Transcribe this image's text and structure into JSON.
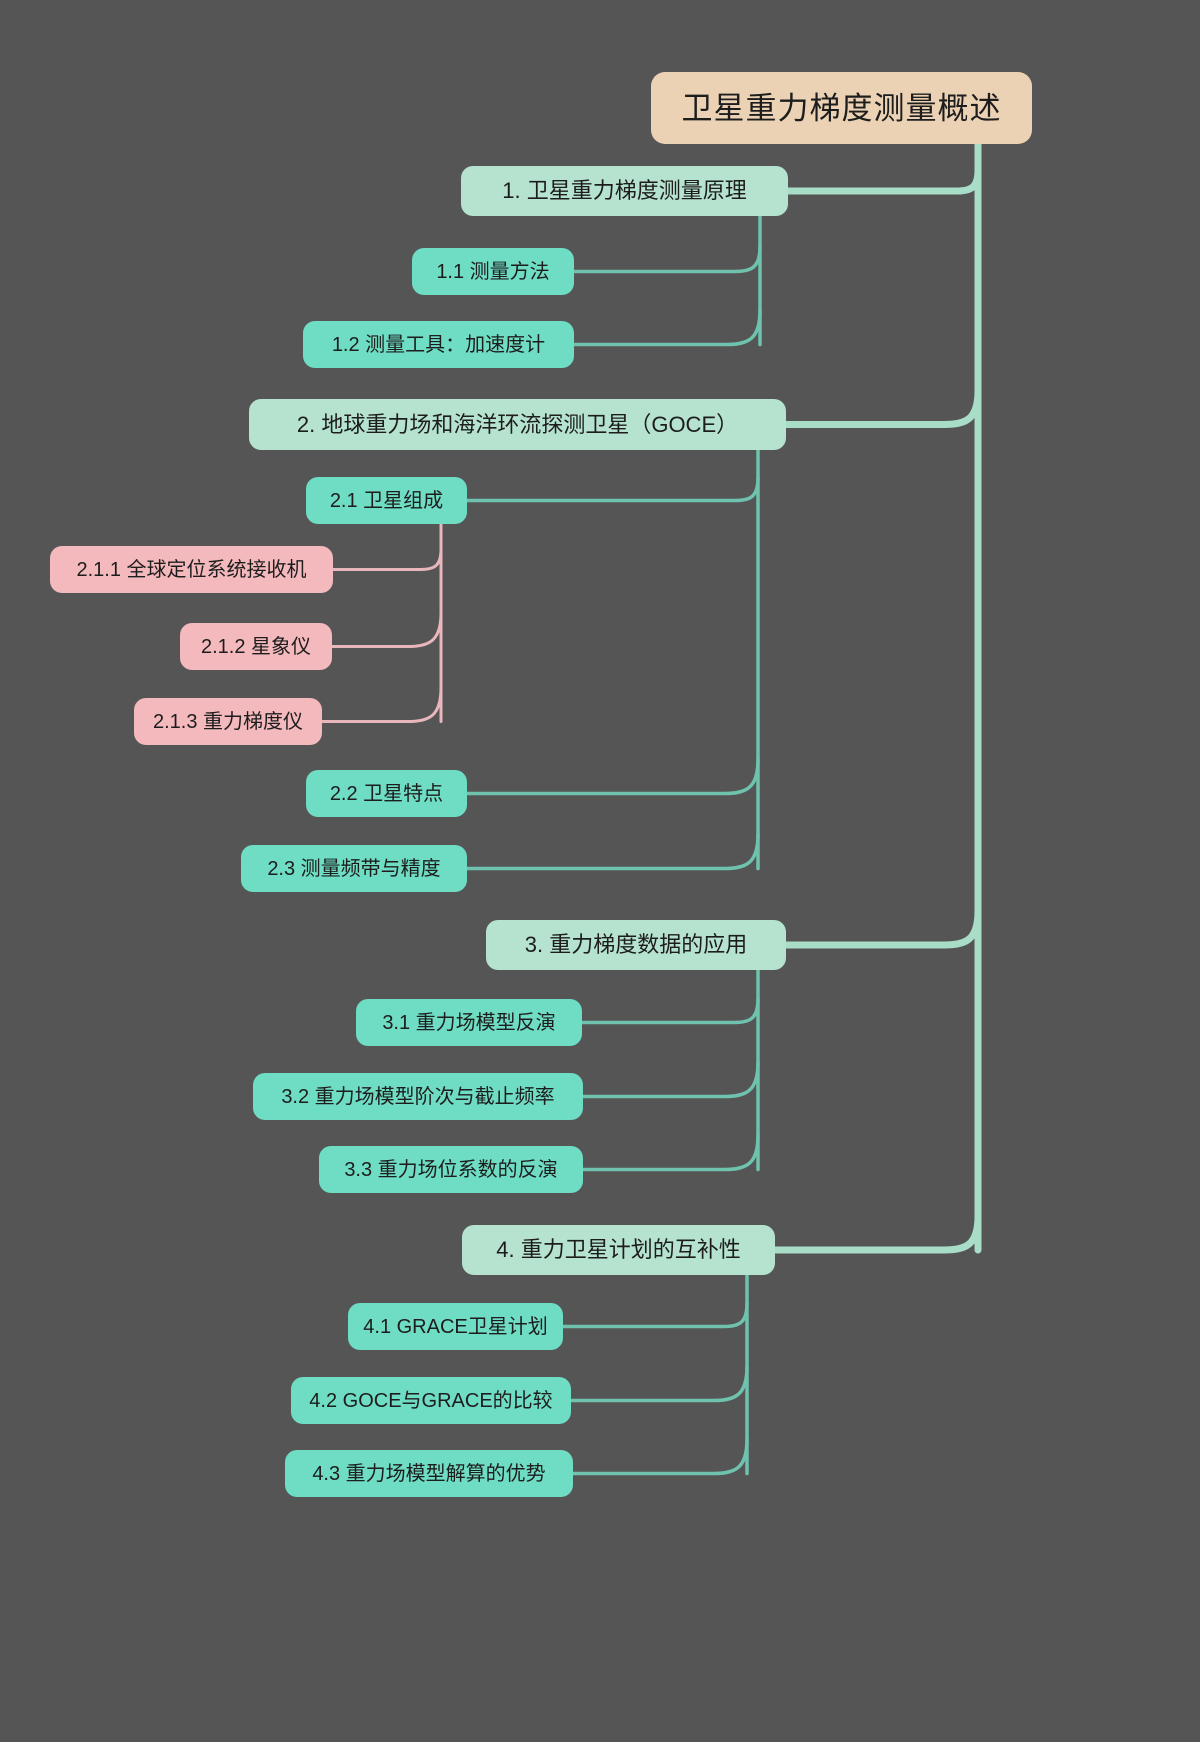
{
  "diagram": {
    "type": "mindmap",
    "title": "卫星重力梯度测量概述",
    "background_color": "#555555",
    "colors": {
      "root": "#ecd2b4",
      "level1": "#b6e3cf",
      "level2": "#6fdcc4",
      "level3": "#f4b9bd",
      "link_green": "#a8ddc8",
      "link_teal": "#6fc2ad",
      "link_pink": "#e8b6bb",
      "text": "#1d1d1d"
    }
  },
  "nodes": {
    "root": {
      "label": "卫星重力梯度测量概述",
      "level": 0
    },
    "n1": {
      "label": "1. 卫星重力梯度测量原理",
      "level": 1
    },
    "n1_1": {
      "label": "1.1 测量方法",
      "level": 2
    },
    "n1_2": {
      "label": "1.2 测量工具：加速度计",
      "level": 2
    },
    "n2": {
      "label": "2. 地球重力场和海洋环流探测卫星（GOCE）",
      "level": 1
    },
    "n2_1": {
      "label": "2.1 卫星组成",
      "level": 2
    },
    "n2_1_1": {
      "label": "2.1.1 全球定位系统接收机",
      "level": 3
    },
    "n2_1_2": {
      "label": "2.1.2 星象仪",
      "level": 3
    },
    "n2_1_3": {
      "label": "2.1.3 重力梯度仪",
      "level": 3
    },
    "n2_2": {
      "label": "2.2 卫星特点",
      "level": 2
    },
    "n2_3": {
      "label": "2.3 测量频带与精度",
      "level": 2
    },
    "n3": {
      "label": "3. 重力梯度数据的应用",
      "level": 1
    },
    "n3_1": {
      "label": "3.1 重力场模型反演",
      "level": 2
    },
    "n3_2": {
      "label": "3.2 重力场模型阶次与截止频率",
      "level": 2
    },
    "n3_3": {
      "label": "3.3 重力场位系数的反演",
      "level": 2
    },
    "n4": {
      "label": "4. 重力卫星计划的互补性",
      "level": 1
    },
    "n4_1": {
      "label": "4.1 GRACE卫星计划",
      "level": 2
    },
    "n4_2": {
      "label": "4.2 GOCE与GRACE的比较",
      "level": 2
    },
    "n4_3": {
      "label": "4.3 重力场模型解算的优势",
      "level": 2
    }
  },
  "edges": [
    {
      "from": "root",
      "to": "n1"
    },
    {
      "from": "root",
      "to": "n2"
    },
    {
      "from": "root",
      "to": "n3"
    },
    {
      "from": "root",
      "to": "n4"
    },
    {
      "from": "n1",
      "to": "n1_1"
    },
    {
      "from": "n1",
      "to": "n1_2"
    },
    {
      "from": "n2",
      "to": "n2_1"
    },
    {
      "from": "n2",
      "to": "n2_2"
    },
    {
      "from": "n2",
      "to": "n2_3"
    },
    {
      "from": "n2_1",
      "to": "n2_1_1"
    },
    {
      "from": "n2_1",
      "to": "n2_1_2"
    },
    {
      "from": "n2_1",
      "to": "n2_1_3"
    },
    {
      "from": "n3",
      "to": "n3_1"
    },
    {
      "from": "n3",
      "to": "n3_2"
    },
    {
      "from": "n3",
      "to": "n3_3"
    },
    {
      "from": "n4",
      "to": "n4_1"
    },
    {
      "from": "n4",
      "to": "n4_2"
    },
    {
      "from": "n4",
      "to": "n4_3"
    }
  ]
}
